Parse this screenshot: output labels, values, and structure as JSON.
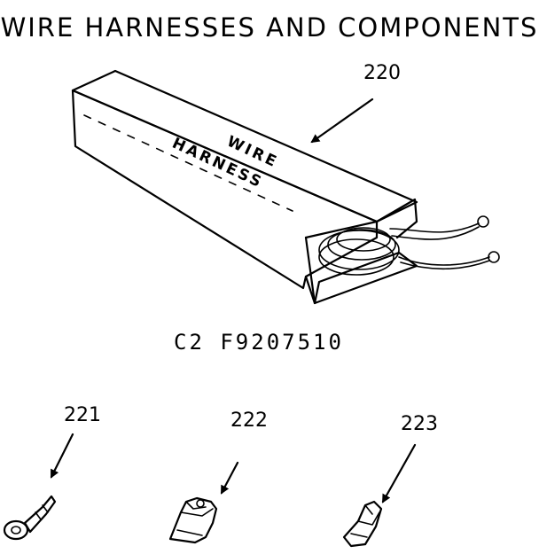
{
  "page": {
    "title": "WIRE HARNESSES AND COMPONENTS",
    "part_code": "C2 F9207510"
  },
  "box": {
    "label_line1": "WIRE",
    "label_line2": "HARNESS"
  },
  "callouts": {
    "harness": "220",
    "ring_terminal": "221",
    "connector_a": "222",
    "connector_b": "223"
  }
}
